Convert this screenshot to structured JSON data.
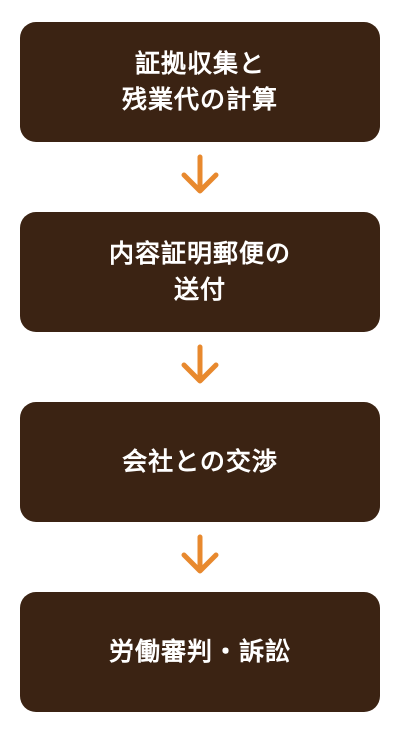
{
  "flow": {
    "arrow_color": "#e8892e",
    "box_color": "#3b2313",
    "steps": [
      {
        "label": "証拠収集と\n残業代の計算"
      },
      {
        "label": "内容証明郵便の\n送付"
      },
      {
        "label": "会社との交渉"
      },
      {
        "label": "労働審判・訴訟"
      }
    ],
    "arrow_icon": "chevron-down-arrow-icon"
  }
}
